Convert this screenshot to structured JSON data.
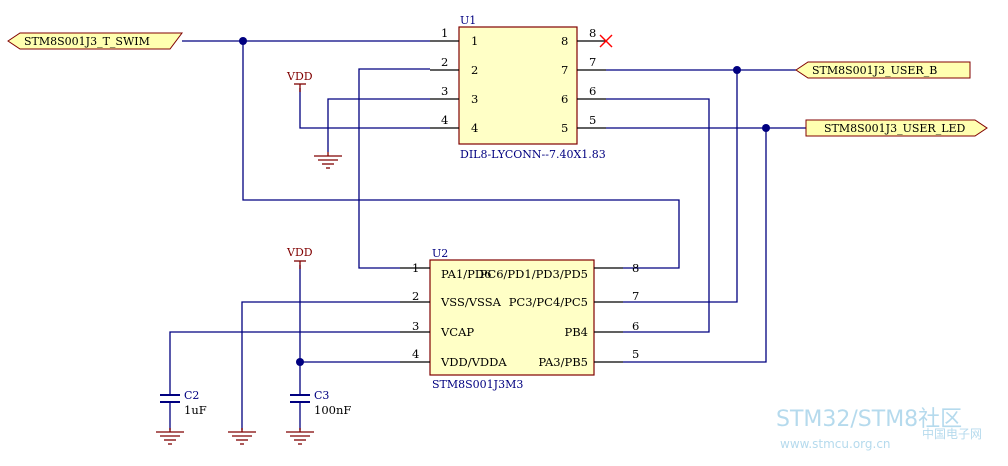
{
  "colors": {
    "wire": "#000080",
    "component_body": "#ffffc6",
    "component_outline": "#800000",
    "power": "#800000",
    "no_connect": "#ff0000",
    "watermark": "#a9d4ea"
  },
  "net_labels": {
    "swim": "STM8S001J3_T_SWIM",
    "user_b": "STM8S001J3_USER_B",
    "user_led": "STM8S001J3_USER_LED"
  },
  "u1": {
    "designator": "U1",
    "footprint": "DIL8-LYCONN--7.40X1.83",
    "left_pins": [
      {
        "num": "1",
        "name": "1"
      },
      {
        "num": "2",
        "name": "2"
      },
      {
        "num": "3",
        "name": "3"
      },
      {
        "num": "4",
        "name": "4"
      }
    ],
    "right_pins": [
      {
        "num": "8",
        "name": "8"
      },
      {
        "num": "7",
        "name": "7"
      },
      {
        "num": "6",
        "name": "6"
      },
      {
        "num": "5",
        "name": "5"
      }
    ]
  },
  "u2": {
    "designator": "U2",
    "part": "STM8S001J3M3",
    "left_pins": [
      {
        "num": "1",
        "name": "PA1/PD6"
      },
      {
        "num": "2",
        "name": "VSS/VSSA"
      },
      {
        "num": "3",
        "name": "VCAP"
      },
      {
        "num": "4",
        "name": "VDD/VDDA"
      }
    ],
    "right_pins": [
      {
        "num": "8",
        "name": "PC6/PD1/PD3/PD5"
      },
      {
        "num": "7",
        "name": "PC3/PC4/PC5"
      },
      {
        "num": "6",
        "name": "PB4"
      },
      {
        "num": "5",
        "name": "PA3/PB5"
      }
    ]
  },
  "power": {
    "vdd_1": "VDD",
    "vdd_2": "VDD"
  },
  "c2": {
    "designator": "C2",
    "value": "1uF"
  },
  "c3": {
    "designator": "C3",
    "value": "100nF"
  },
  "watermark": {
    "line1": "STM32/STM8社区",
    "line2": "www.stmcu.org.cn",
    "logo_text": "中国电子网"
  }
}
